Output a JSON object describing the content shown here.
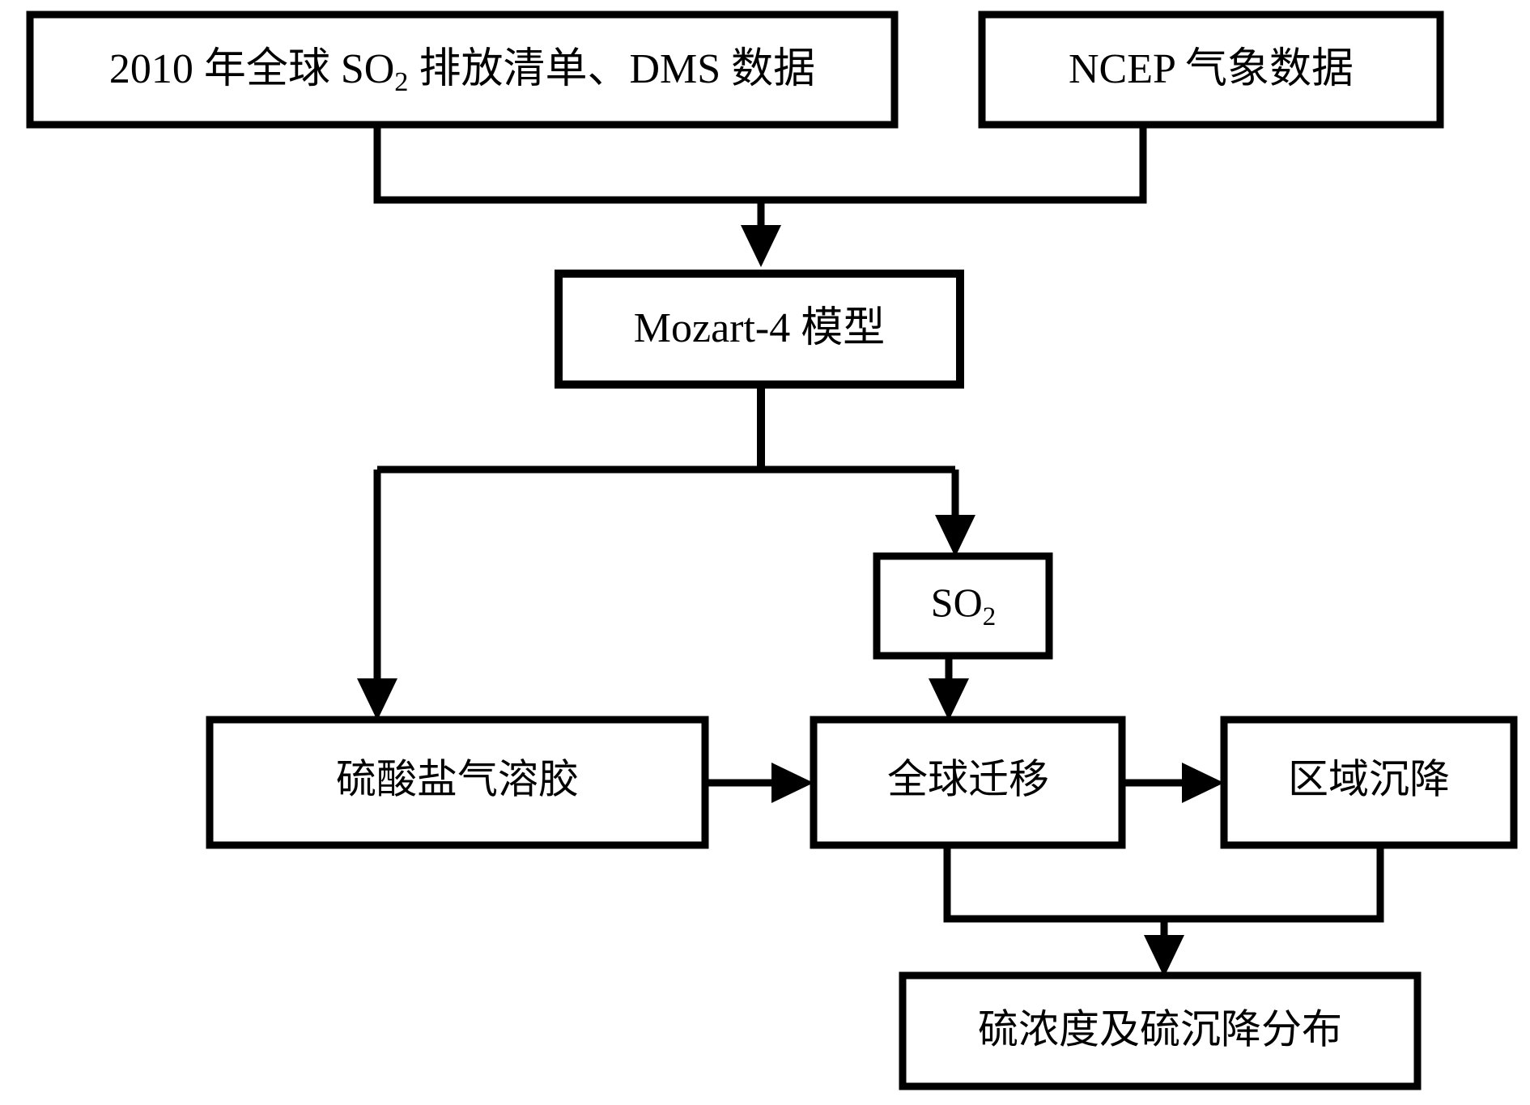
{
  "diagram": {
    "type": "flowchart",
    "title": "",
    "orientation": "top-to-bottom",
    "background_color": "#ffffff",
    "line_color": "#000000",
    "text_color": "#000000",
    "nodes": [
      {
        "id": "emission-inventory",
        "label_prefix": "2010 年全球 SO",
        "label_sub": "2",
        "label_suffix": " 排放清单、DMS 数据",
        "label_plain": "2010 年全球 SO2 排放清单、DMS 数据",
        "row": "inputs"
      },
      {
        "id": "ncep-meteorology",
        "label_plain": "NCEP 气象数据",
        "row": "inputs"
      },
      {
        "id": "mozart-model",
        "label_plain": "Mozart-4 模型",
        "row": "model"
      },
      {
        "id": "so2",
        "label_prefix": "SO",
        "label_sub": "2",
        "label_suffix": "",
        "label_plain": "SO2",
        "row": "species"
      },
      {
        "id": "sulfate-aerosol",
        "label_plain": "硫酸盐气溶胶",
        "row": "process"
      },
      {
        "id": "global-transport",
        "label_plain": "全球迁移",
        "row": "process"
      },
      {
        "id": "regional-deposition",
        "label_plain": "区域沉降",
        "row": "process"
      },
      {
        "id": "sulfur-output",
        "label_plain": "硫浓度及硫沉降分布",
        "row": "output"
      }
    ],
    "edges": [
      {
        "from": "emission-inventory",
        "to": "mozart-model",
        "style": "elbow-merge-arrow"
      },
      {
        "from": "ncep-meteorology",
        "to": "mozart-model",
        "style": "elbow-merge-arrow"
      },
      {
        "from": "mozart-model",
        "to": "sulfate-aerosol",
        "style": "elbow-split-arrow"
      },
      {
        "from": "mozart-model",
        "to": "so2",
        "style": "elbow-split-arrow"
      },
      {
        "from": "so2",
        "to": "global-transport",
        "style": "straight-arrow"
      },
      {
        "from": "sulfate-aerosol",
        "to": "global-transport",
        "style": "horizontal-arrow"
      },
      {
        "from": "global-transport",
        "to": "regional-deposition",
        "style": "horizontal-arrow"
      },
      {
        "from": "global-transport",
        "to": "sulfur-output",
        "style": "elbow-merge-arrow"
      },
      {
        "from": "regional-deposition",
        "to": "sulfur-output",
        "style": "elbow-merge-arrow"
      }
    ]
  }
}
